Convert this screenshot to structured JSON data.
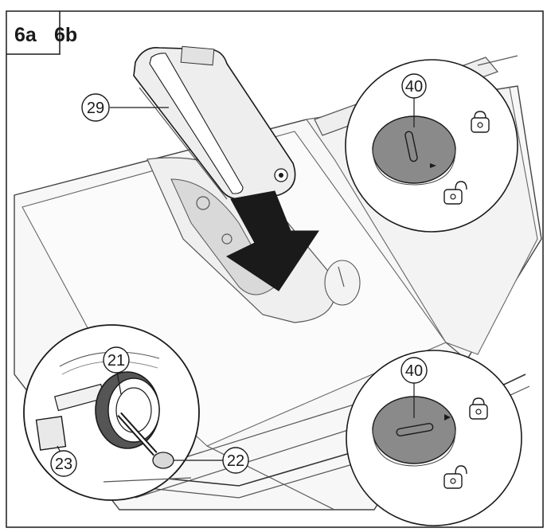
{
  "figure": {
    "label_left": "6a",
    "label_right": "6b"
  },
  "callouts": {
    "c29": "29",
    "c40_top": "40",
    "c40_bottom": "40",
    "c21": "21",
    "c22": "22",
    "c23": "23"
  },
  "colors": {
    "line": "#1a1a1a",
    "knob_fill": "#8a8a8a",
    "arrow_fill": "#1a1a1a",
    "table_fill": "#f7f7f7"
  },
  "icons": {
    "lock_state_top": "lock-closed-icon",
    "unlock_state_top": "lock-open-icon",
    "lock_state_bottom": "lock-closed-icon",
    "unlock_state_bottom": "lock-open-icon"
  }
}
